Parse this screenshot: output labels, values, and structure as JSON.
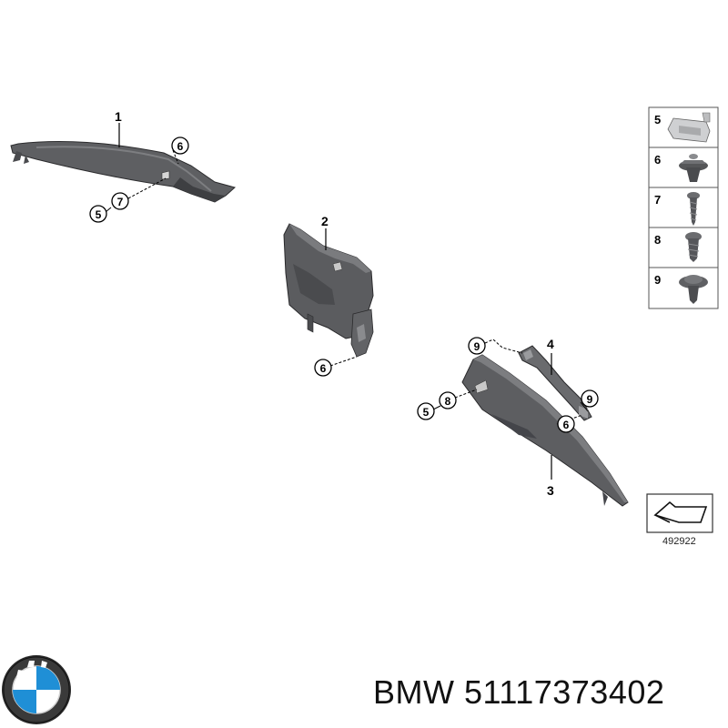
{
  "diagram": {
    "part_labels": {
      "p1": "1",
      "p2": "2",
      "p3": "3",
      "p4": "4"
    },
    "callouts": {
      "c6a": "6",
      "c7a": "7",
      "c5a": "5",
      "c6b": "6",
      "c9a": "9",
      "c9b": "9",
      "c8a": "8",
      "c5b": "5",
      "c6c": "6"
    },
    "legend": {
      "rows": [
        {
          "num": "5",
          "icon": "clip-icon"
        },
        {
          "num": "6",
          "icon": "push-rivet-icon"
        },
        {
          "num": "7",
          "icon": "screw-icon"
        },
        {
          "num": "8",
          "icon": "short-screw-icon"
        },
        {
          "num": "9",
          "icon": "flange-screw-icon"
        }
      ]
    },
    "ref_number": "492922"
  },
  "footer": {
    "brand": "BMW",
    "part_number": "51117373402"
  },
  "colors": {
    "part_fill": "#5a5b5e",
    "part_dark": "#3f4043",
    "part_light": "#8a8b8e",
    "line": "#000000"
  }
}
